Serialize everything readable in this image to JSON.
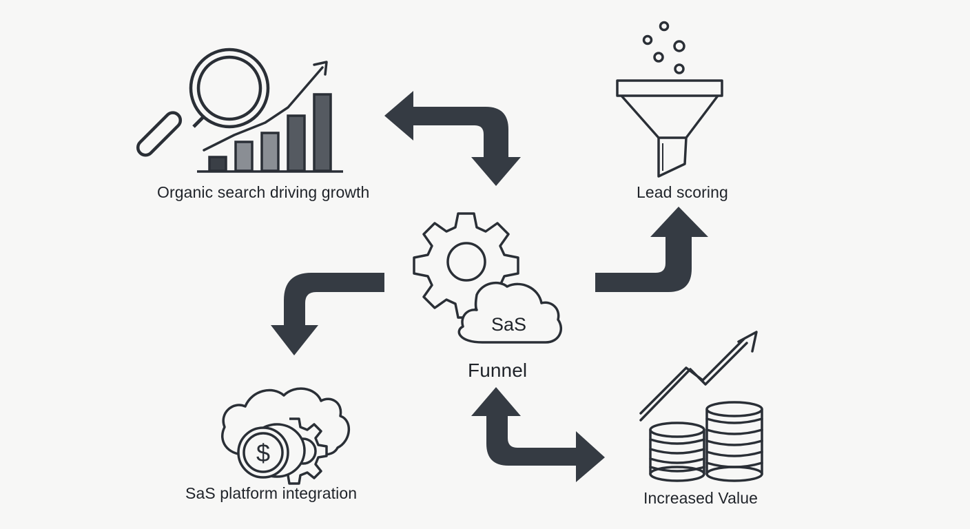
{
  "nodes": {
    "organic": {
      "label": "Organic search driving growth",
      "icon": "magnifier-growth-chart-icon"
    },
    "lead": {
      "label": "Lead scoring",
      "icon": "funnel-icon"
    },
    "center": {
      "label": "Funnel",
      "cloud_text": "SaS",
      "icon": "gear-cloud-icon"
    },
    "sas": {
      "label": "SaS platform integration",
      "icon": "cloud-dollar-gear-icon"
    },
    "value": {
      "label": "Increased Value",
      "icon": "coins-growth-icon"
    }
  },
  "colors": {
    "arrow": "#353b43",
    "stroke": "#2a2f36",
    "bar_light": "#8a8e94",
    "bar_mid": "#555a61",
    "bar_dark": "#3a3f46",
    "background": "#f7f7f6"
  }
}
